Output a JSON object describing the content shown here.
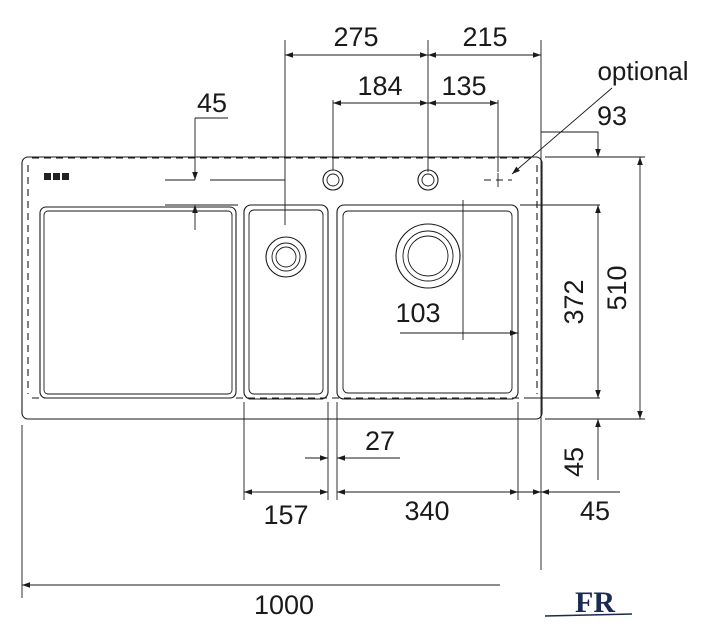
{
  "dimensions": {
    "d275": "275",
    "d215": "215",
    "d184": "184",
    "d135": "135",
    "d45_top": "45",
    "d93": "93",
    "d372": "372",
    "d510": "510",
    "d103": "103",
    "d27": "27",
    "d45_right_v": "45",
    "d157": "157",
    "d340": "340",
    "d45_right_h": "45",
    "d1000": "1000"
  },
  "labels": {
    "optional": "optional"
  },
  "logo": {
    "text": "FR",
    "color": "#1a2a52"
  }
}
